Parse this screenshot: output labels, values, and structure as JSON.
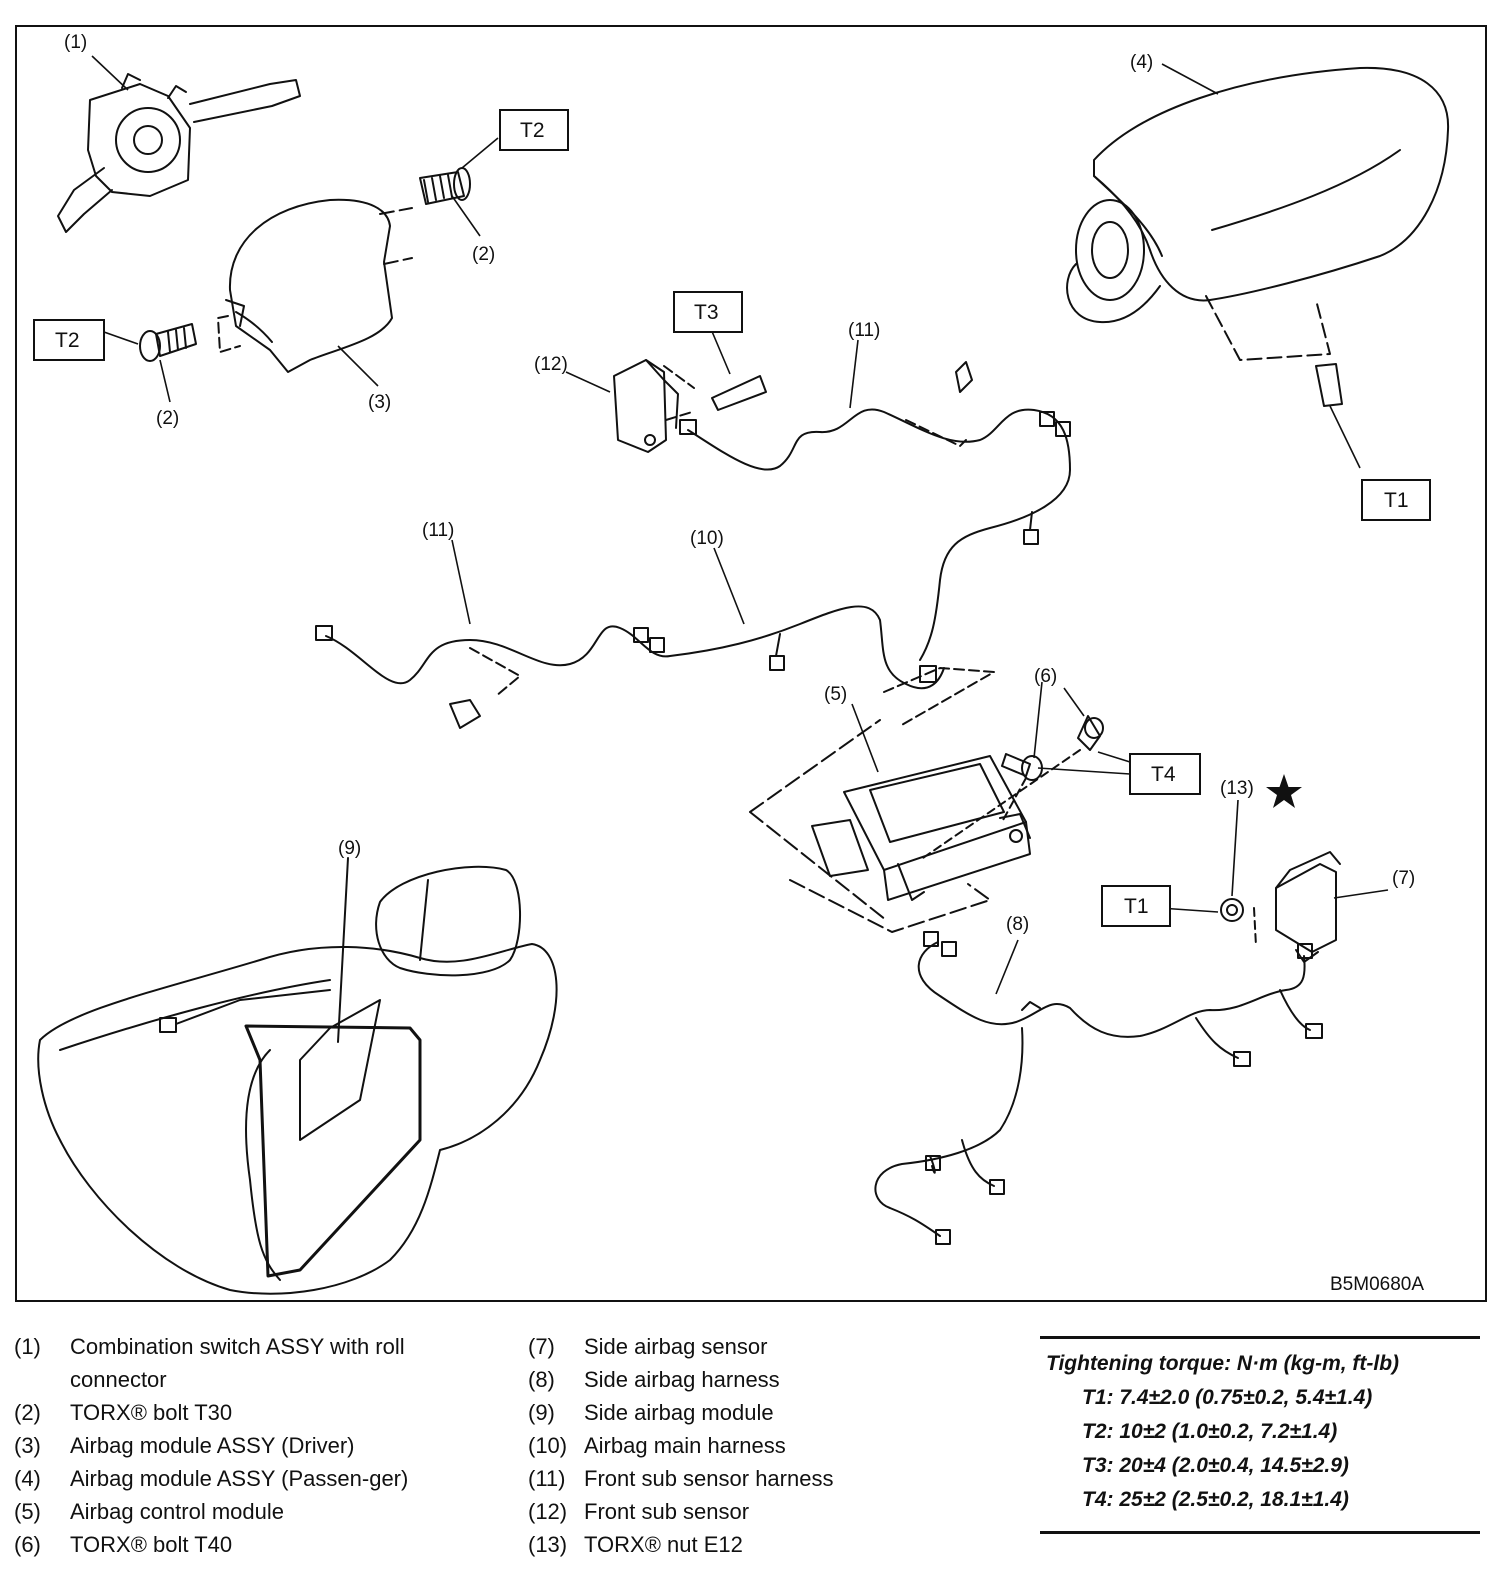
{
  "figure_code": "B5M0680A",
  "callouts": {
    "c1": "(1)",
    "c2a": "(2)",
    "c2b": "(2)",
    "c3": "(3)",
    "c4": "(4)",
    "c5": "(5)",
    "c6": "(6)",
    "c7": "(7)",
    "c8": "(8)",
    "c9": "(9)",
    "c10": "(10)",
    "c11a": "(11)",
    "c11b": "(11)",
    "c12": "(12)",
    "c13": "(13)"
  },
  "torque_boxes": {
    "t2_top": "T2",
    "t2_left": "T2",
    "t3": "T3",
    "t1_top": "T1",
    "t4": "T4",
    "t1_bottom": "T1"
  },
  "legend": {
    "left": [
      {
        "num": "(1)",
        "text": "Combination switch ASSY with roll connector"
      },
      {
        "num": "(2)",
        "text": "TORX® bolt T30"
      },
      {
        "num": "(3)",
        "text": "Airbag module ASSY (Driver)"
      },
      {
        "num": "(4)",
        "text": "Airbag module ASSY (Passen-ger)"
      },
      {
        "num": "(5)",
        "text": "Airbag control module"
      },
      {
        "num": "(6)",
        "text": "TORX® bolt T40"
      }
    ],
    "right": [
      {
        "num": "(7)",
        "text": "Side airbag sensor"
      },
      {
        "num": "(8)",
        "text": "Side airbag harness"
      },
      {
        "num": "(9)",
        "text": "Side airbag module"
      },
      {
        "num": "(10)",
        "text": "Airbag main harness"
      },
      {
        "num": "(11)",
        "text": "Front sub sensor harness"
      },
      {
        "num": "(12)",
        "text": "Front sub sensor"
      },
      {
        "num": "(13)",
        "text": "TORX® nut E12"
      }
    ]
  },
  "torque_spec": {
    "title": "Tightening torque: N·m (kg-m, ft-lb)",
    "items": [
      "T1: 7.4±2.0 (0.75±0.2, 5.4±1.4)",
      "T2: 10±2 (1.0±0.2, 7.2±1.4)",
      "T3: 20±4 (2.0±0.4, 14.5±2.9)",
      "T4: 25±2 (2.5±0.2, 18.1±1.4)"
    ]
  }
}
